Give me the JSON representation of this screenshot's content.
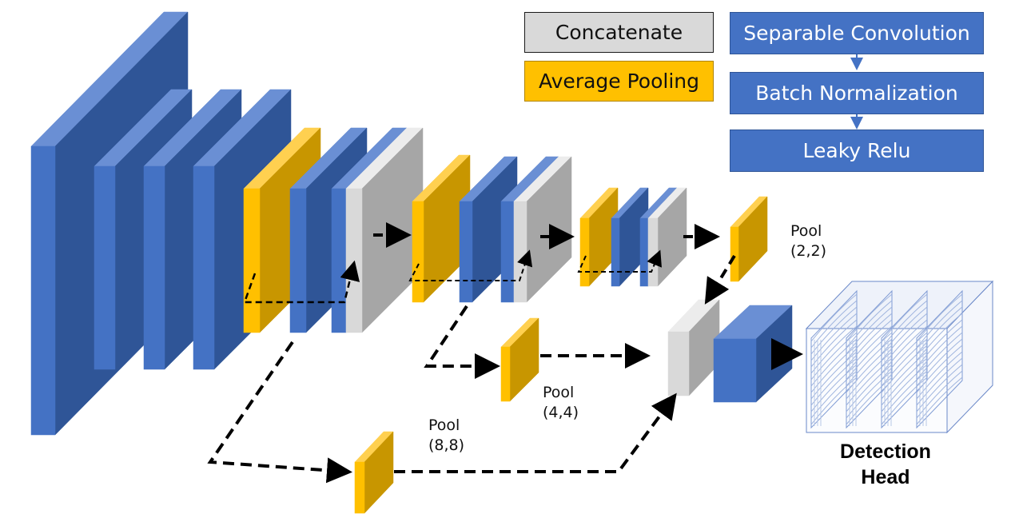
{
  "legend": {
    "concatenate": "Concatenate",
    "average_pooling": "Average Pooling",
    "separable_convolution": "Separable Convolution",
    "batch_normalization": "Batch Normalization",
    "leaky_relu": "Leaky Relu"
  },
  "labels": {
    "pool_2": {
      "line1": "Pool",
      "line2": "(2,2)"
    },
    "pool_4": {
      "line1": "Pool",
      "line2": "(4,4)"
    },
    "pool_8": {
      "line1": "Pool",
      "line2": "(8,8)"
    },
    "detection_head": {
      "line1": "Detection",
      "line2": "Head"
    }
  },
  "colors": {
    "conv_front": "#4472c4",
    "conv_side": "#2f5597",
    "conv_top": "#6a8fd4",
    "pool_front": "#ffc000",
    "pool_side": "#c89600",
    "pool_top": "#ffd050",
    "concat_front": "#d9d9d9",
    "concat_side": "#a6a6a6",
    "concat_top": "#ececec",
    "arrow": "#000000"
  }
}
